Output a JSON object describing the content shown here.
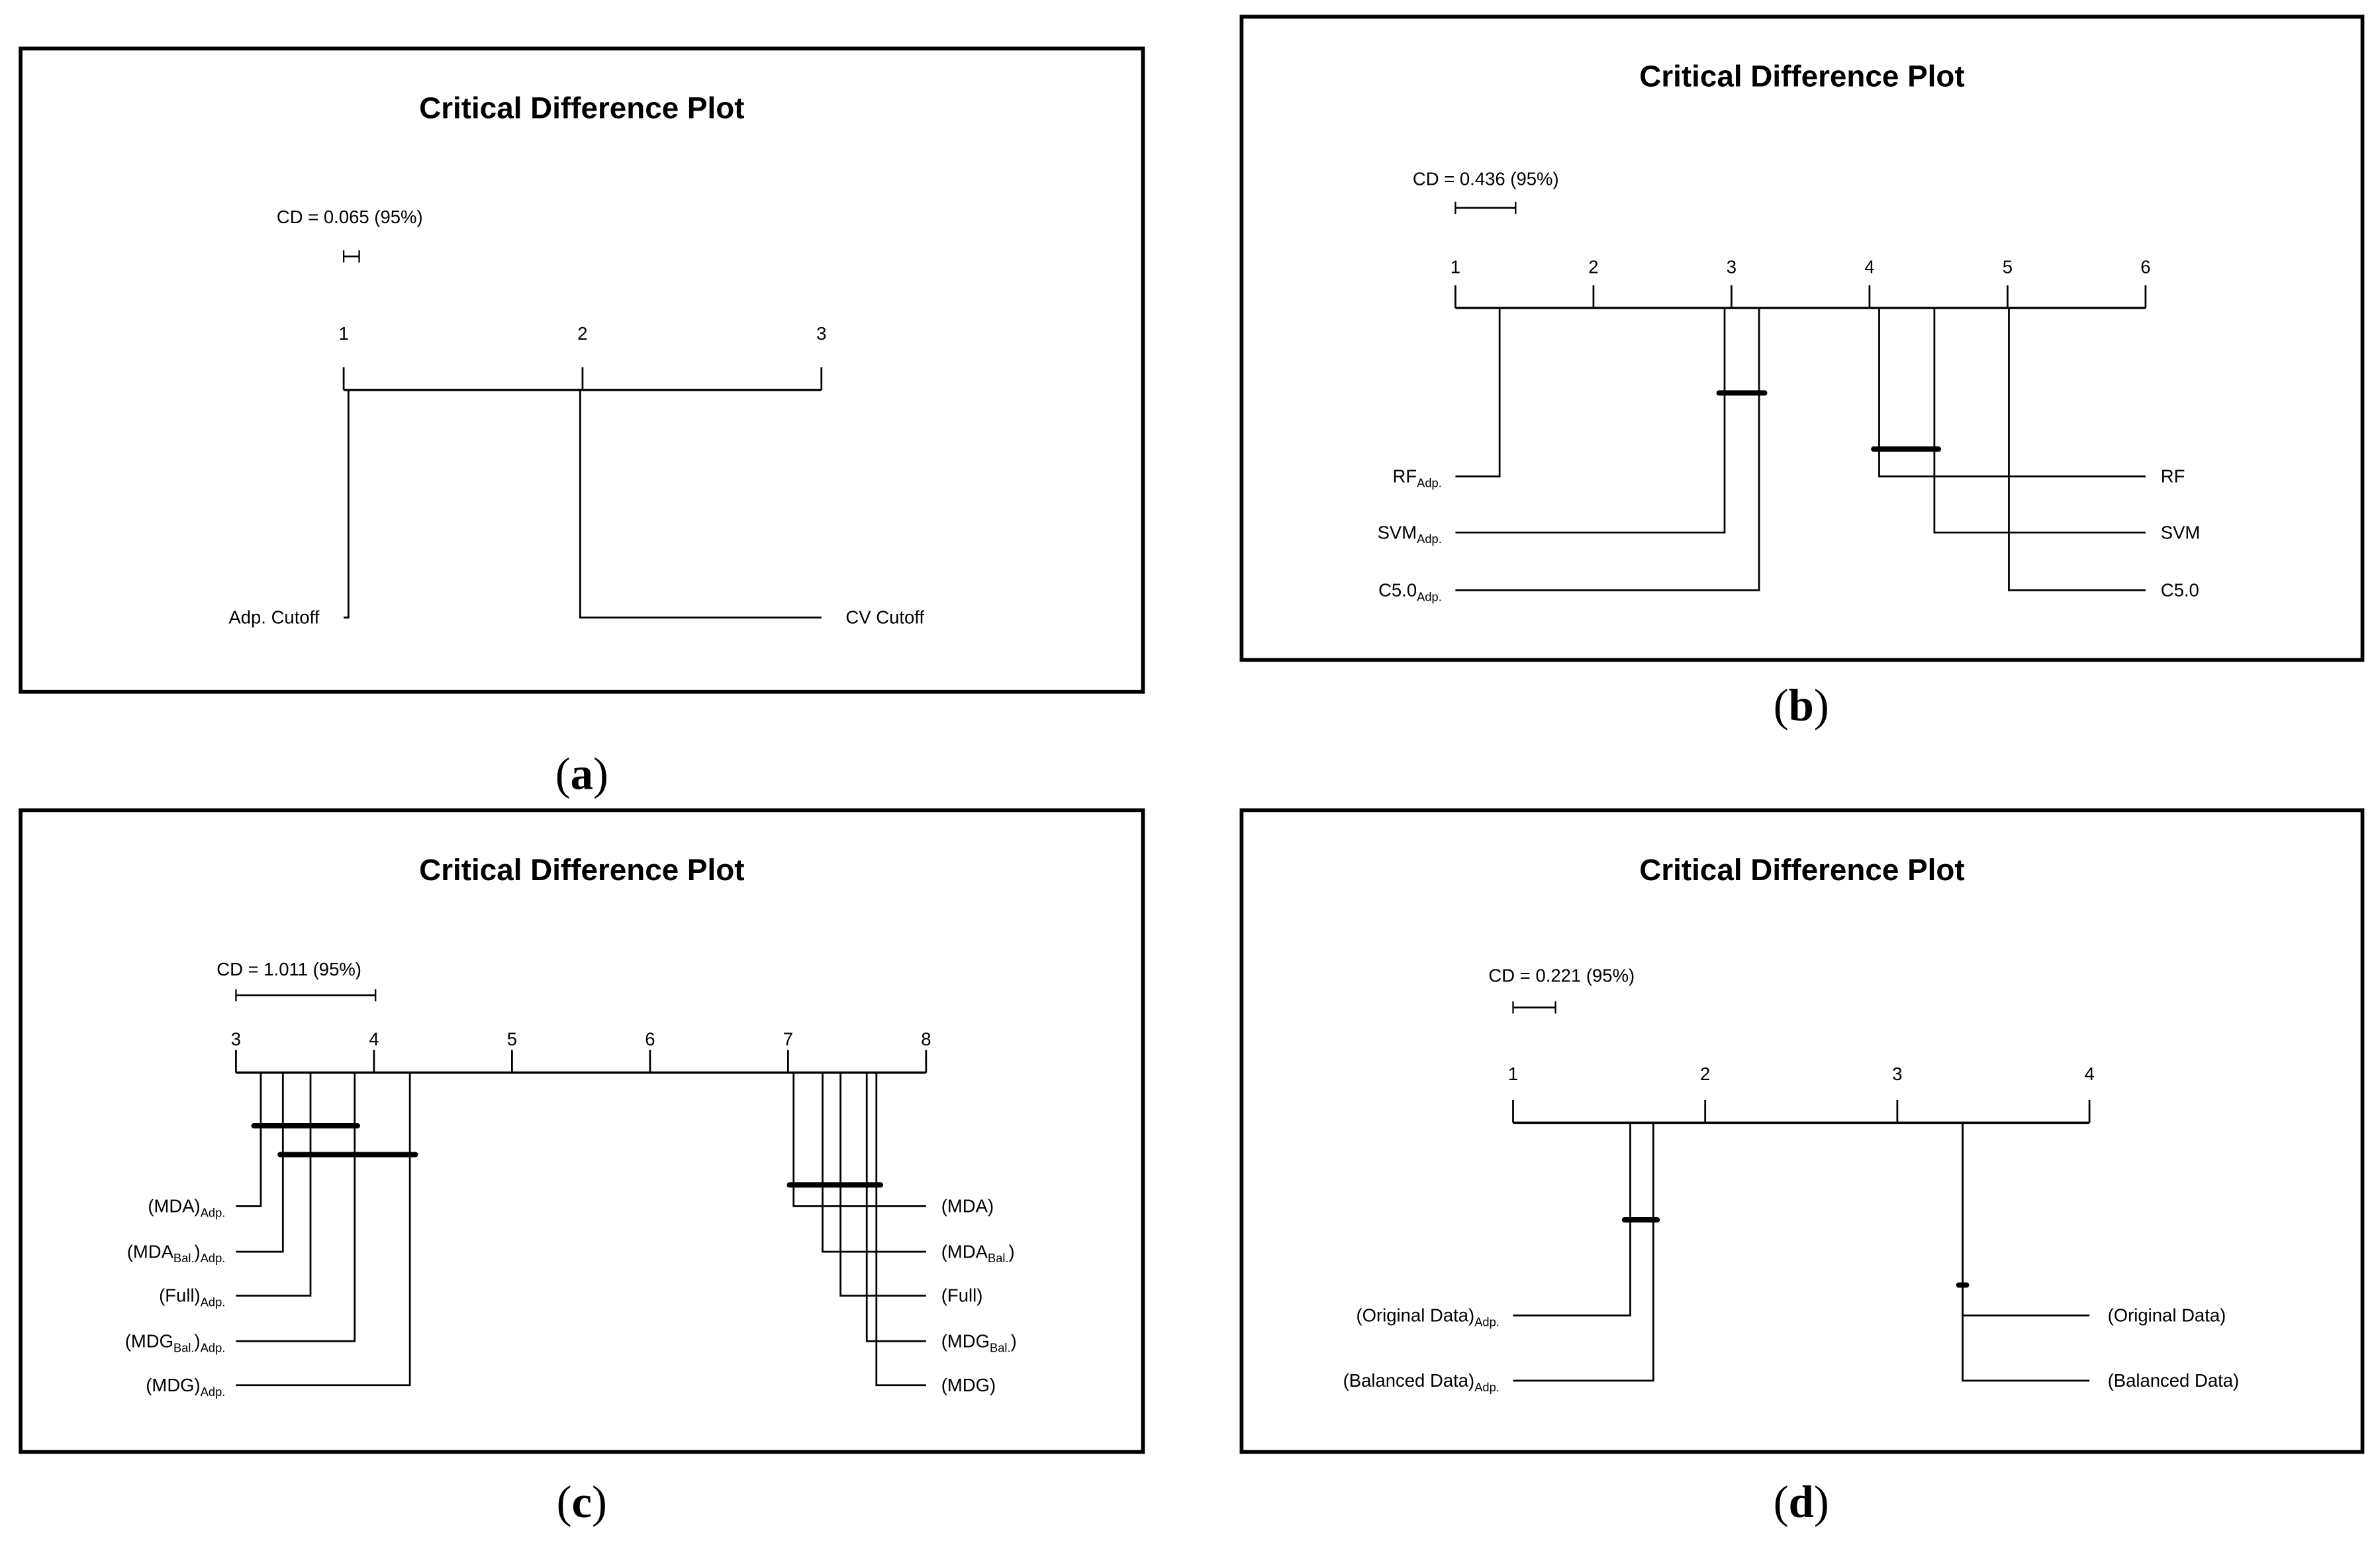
{
  "chart_data": [
    {
      "type": "critical-difference",
      "caption": "a",
      "title": "Critical Difference Plot",
      "cd_label": "CD = 0.065 (95%)",
      "cd": 0.065,
      "xlim": [
        1,
        3
      ],
      "ticks": [
        1,
        2,
        3
      ],
      "left": [
        {
          "segments": [
            {
              "t": "Adp. Cutoff"
            }
          ],
          "rank": 1.02
        }
      ],
      "right": [
        {
          "segments": [
            {
              "t": "CV Cutoff"
            }
          ],
          "rank": 1.99
        }
      ],
      "cliques": []
    },
    {
      "type": "critical-difference",
      "caption": "b",
      "title": "Critical Difference Plot",
      "cd_label": "CD = 0.436 (95%)",
      "cd": 0.436,
      "xlim": [
        1,
        6
      ],
      "ticks": [
        1,
        2,
        3,
        4,
        5,
        6
      ],
      "left": [
        {
          "segments": [
            {
              "t": "RF"
            },
            {
              "t": "Adp.",
              "sub": true
            }
          ],
          "rank": 1.32
        },
        {
          "segments": [
            {
              "t": "SVM"
            },
            {
              "t": "Adp.",
              "sub": true
            }
          ],
          "rank": 2.95
        },
        {
          "segments": [
            {
              "t": "C5.0"
            },
            {
              "t": "Adp.",
              "sub": true
            }
          ],
          "rank": 3.2
        }
      ],
      "right": [
        {
          "segments": [
            {
              "t": "RF"
            }
          ],
          "rank": 4.07
        },
        {
          "segments": [
            {
              "t": "SVM"
            }
          ],
          "rank": 4.47
        },
        {
          "segments": [
            {
              "t": "C5.0"
            }
          ],
          "rank": 5.01
        }
      ],
      "cliques": [
        [
          2.91,
          3.24
        ],
        [
          4.03,
          4.5
        ]
      ]
    },
    {
      "type": "critical-difference",
      "caption": "c",
      "title": "Critical Difference Plot",
      "cd_label": "CD = 1.011 (95%)",
      "cd": 1.011,
      "xlim": [
        3,
        8
      ],
      "ticks": [
        3,
        4,
        5,
        6,
        7,
        8
      ],
      "left": [
        {
          "segments": [
            {
              "t": "(MDA)"
            },
            {
              "t": "Adp.",
              "sub": true
            }
          ],
          "rank": 3.18
        },
        {
          "segments": [
            {
              "t": "(MDA"
            },
            {
              "t": "Bal.",
              "sub": true
            },
            {
              "t": ")"
            },
            {
              "t": "Adp.",
              "sub": true
            }
          ],
          "rank": 3.34
        },
        {
          "segments": [
            {
              "t": "(Full)"
            },
            {
              "t": "Adp.",
              "sub": true
            }
          ],
          "rank": 3.54
        },
        {
          "segments": [
            {
              "t": "(MDG"
            },
            {
              "t": "Bal.",
              "sub": true
            },
            {
              "t": ")"
            },
            {
              "t": "Adp.",
              "sub": true
            }
          ],
          "rank": 3.86
        },
        {
          "segments": [
            {
              "t": "(MDG)"
            },
            {
              "t": "Adp.",
              "sub": true
            }
          ],
          "rank": 4.26
        }
      ],
      "right": [
        {
          "segments": [
            {
              "t": "(MDA)"
            }
          ],
          "rank": 7.04
        },
        {
          "segments": [
            {
              "t": "(MDA"
            },
            {
              "t": "Bal.",
              "sub": true
            },
            {
              "t": ")"
            }
          ],
          "rank": 7.25
        },
        {
          "segments": [
            {
              "t": "(Full)"
            }
          ],
          "rank": 7.38
        },
        {
          "segments": [
            {
              "t": "(MDG"
            },
            {
              "t": "Bal.",
              "sub": true
            },
            {
              "t": ")"
            }
          ],
          "rank": 7.57
        },
        {
          "segments": [
            {
              "t": "(MDG)"
            }
          ],
          "rank": 7.64
        }
      ],
      "cliques": [
        [
          3.13,
          3.88
        ],
        [
          3.32,
          4.3
        ],
        [
          7.01,
          7.67
        ]
      ]
    },
    {
      "type": "critical-difference",
      "caption": "d",
      "title": "Critical Difference Plot",
      "cd_label": "CD = 0.221 (95%)",
      "cd": 0.221,
      "xlim": [
        1,
        4
      ],
      "ticks": [
        1,
        2,
        3,
        4
      ],
      "left": [
        {
          "segments": [
            {
              "t": "(Original Data)"
            },
            {
              "t": "Adp.",
              "sub": true
            }
          ],
          "rank": 1.61
        },
        {
          "segments": [
            {
              "t": "(Balanced Data)"
            },
            {
              "t": "Adp.",
              "sub": true
            }
          ],
          "rank": 1.73
        }
      ],
      "right": [
        {
          "segments": [
            {
              "t": "(Original Data)"
            }
          ],
          "rank": 3.34
        },
        {
          "segments": [
            {
              "t": "(Balanced Data)"
            }
          ],
          "rank": 3.34
        }
      ],
      "cliques": [
        [
          1.58,
          1.75
        ],
        [
          3.32,
          3.36
        ]
      ]
    }
  ]
}
